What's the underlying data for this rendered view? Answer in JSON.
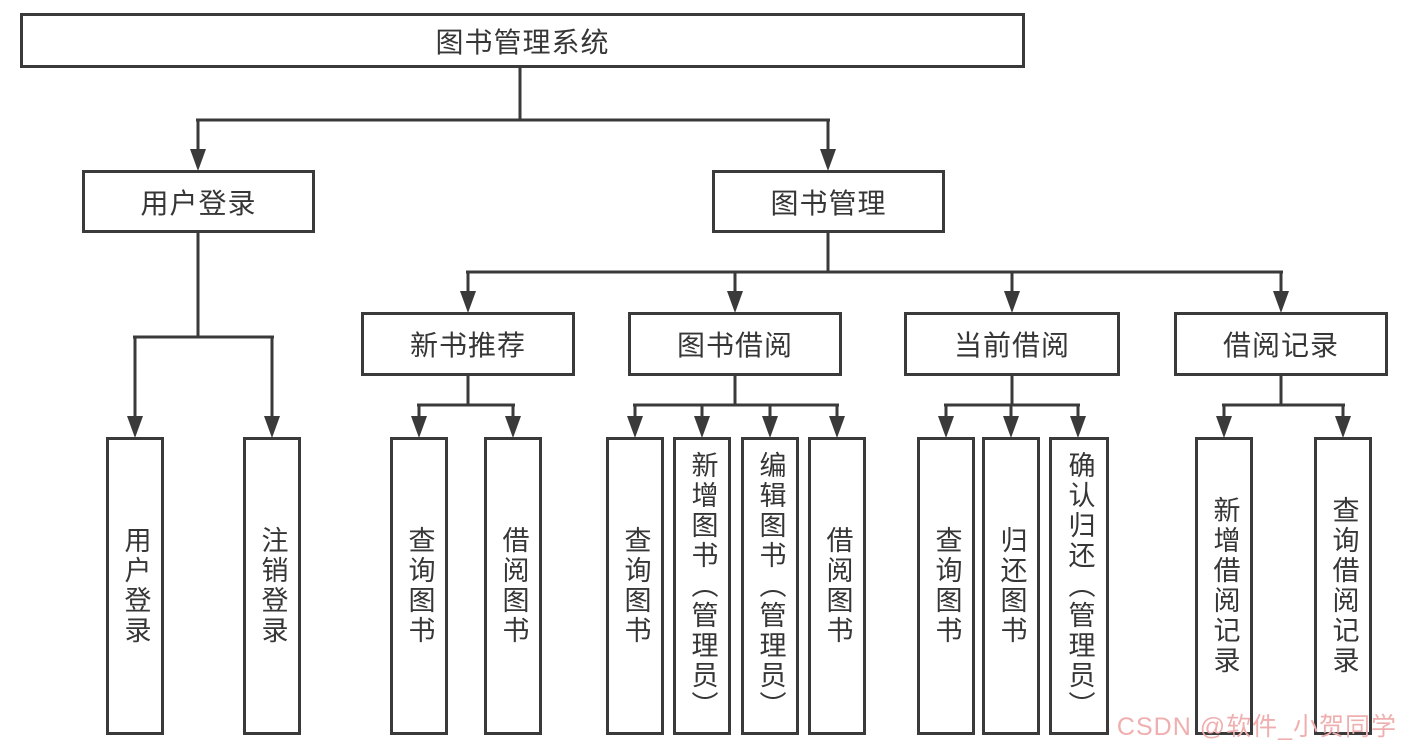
{
  "diagram": {
    "title_node": {
      "label": "图书管理系统"
    },
    "level2": [
      {
        "label": "用户登录"
      },
      {
        "label": "图书管理"
      }
    ],
    "level3": [
      {
        "label": "新书推荐"
      },
      {
        "label": "图书借阅"
      },
      {
        "label": "当前借阅"
      },
      {
        "label": "借阅记录"
      }
    ],
    "leaves": {
      "login": [
        {
          "label": "用户登录"
        },
        {
          "label": "注销登录"
        }
      ],
      "recommend": [
        {
          "label": "查询图书"
        },
        {
          "label": "借阅图书"
        }
      ],
      "borrow": [
        {
          "label": "查询图书"
        },
        {
          "label": "新增图书（管理员）"
        },
        {
          "label": "编辑图书（管理员）"
        },
        {
          "label": "借阅图书"
        }
      ],
      "current": [
        {
          "label": "查询图书"
        },
        {
          "label": "归还图书"
        },
        {
          "label": "确认归还（管理员）"
        }
      ],
      "records": [
        {
          "label": "新增借阅记录"
        },
        {
          "label": "查询借阅记录"
        }
      ]
    }
  },
  "watermark": {
    "text": "CSDN @软件_小贺同学"
  },
  "colors": {
    "line": "#3a3a3a",
    "text": "#363636",
    "background": "#ffffff",
    "watermark": "#efafaf"
  }
}
